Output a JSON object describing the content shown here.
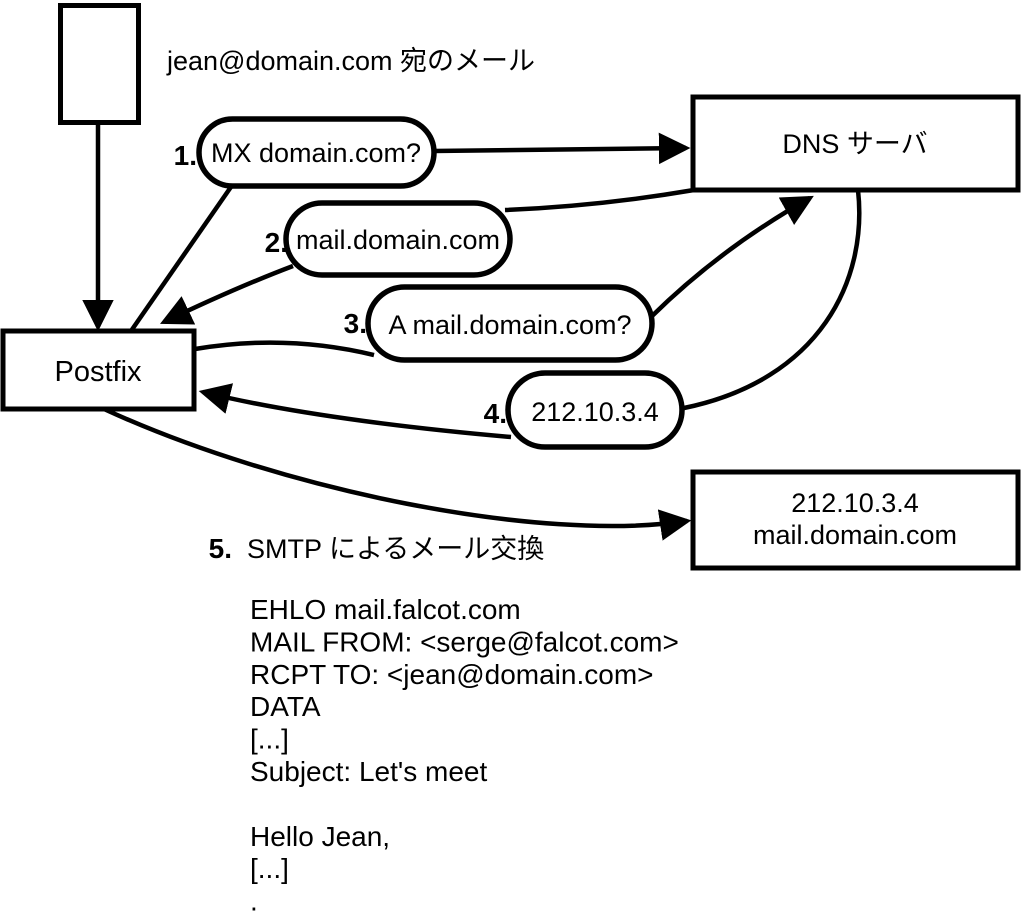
{
  "note": "jean@domain.com 宛のメール",
  "nodes": {
    "postfix": "Postfix",
    "dns": "DNS サーバ",
    "mail_server_line1": "212.10.3.4",
    "mail_server_line2": "mail.domain.com"
  },
  "steps": [
    {
      "num": "1.",
      "label": "MX domain.com?"
    },
    {
      "num": "2.",
      "label": "mail.domain.com"
    },
    {
      "num": "3.",
      "label": "A mail.domain.com?"
    },
    {
      "num": "4.",
      "label": "212.10.3.4"
    },
    {
      "num": "5.",
      "label": "SMTP によるメール交換"
    }
  ],
  "smtp_transcript": [
    "EHLO mail.falcot.com",
    "MAIL FROM: <serge@falcot.com>",
    "RCPT TO: <jean@domain.com>",
    "DATA",
    "[...]",
    "Subject: Let's meet",
    "",
    "Hello Jean,",
    "[...]",
    "."
  ],
  "colors": {
    "stroke": "#000000",
    "background": "#ffffff"
  }
}
